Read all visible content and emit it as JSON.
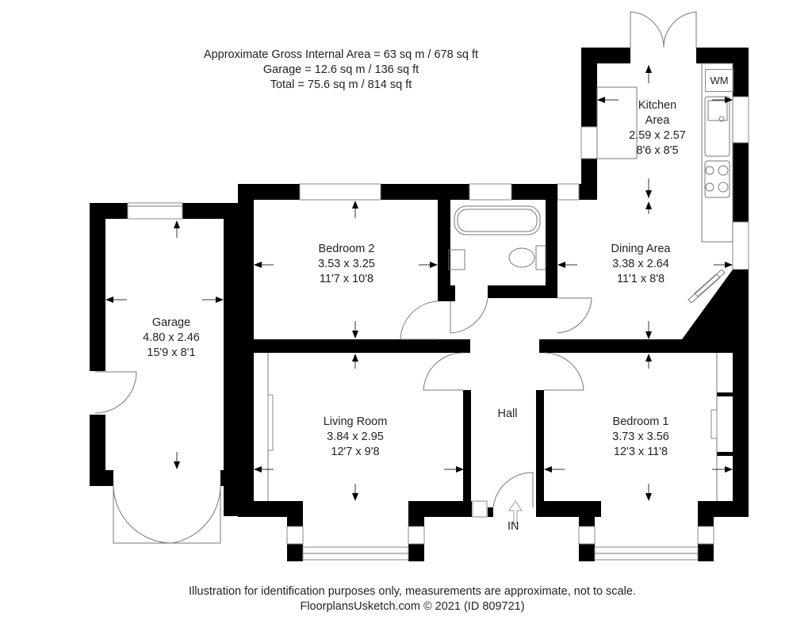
{
  "header": {
    "gross_internal": "Approximate Gross Internal Area = 63 sq m / 678 sq ft",
    "garage_area": "Garage = 12.6 sq m / 136 sq ft",
    "total_area": "Total = 75.6 sq m / 814 sq ft"
  },
  "rooms": {
    "kitchen": {
      "name_line1": "Kitchen",
      "name_line2": "Area",
      "metric": "2.59 x 2.57",
      "imperial": "8'6 x 8'5"
    },
    "dining": {
      "name": "Dining Area",
      "metric": "3.38 x 2.64",
      "imperial": "11'1 x 8'8"
    },
    "bedroom2": {
      "name": "Bedroom 2",
      "metric": "3.53 x 3.25",
      "imperial": "11'7 x 10'8"
    },
    "garage": {
      "name": "Garage",
      "metric": "4.80 x 2.46",
      "imperial": "15'9 x 8'1"
    },
    "living": {
      "name": "Living Room",
      "metric": "3.84 x 2.95",
      "imperial": "12'7 x 9'8"
    },
    "hall": {
      "name": "Hall"
    },
    "bedroom1": {
      "name": "Bedroom 1",
      "metric": "3.73 x 3.56",
      "imperial": "12'3 x 11'8"
    }
  },
  "fixtures": {
    "washing_machine": "WM",
    "entrance": "IN"
  },
  "footer": {
    "disclaimer": "Illustration for identification purposes only, measurements are approximate, not to scale.",
    "credit": "FloorplansUsketch.com © 2021 (ID 809721)"
  }
}
